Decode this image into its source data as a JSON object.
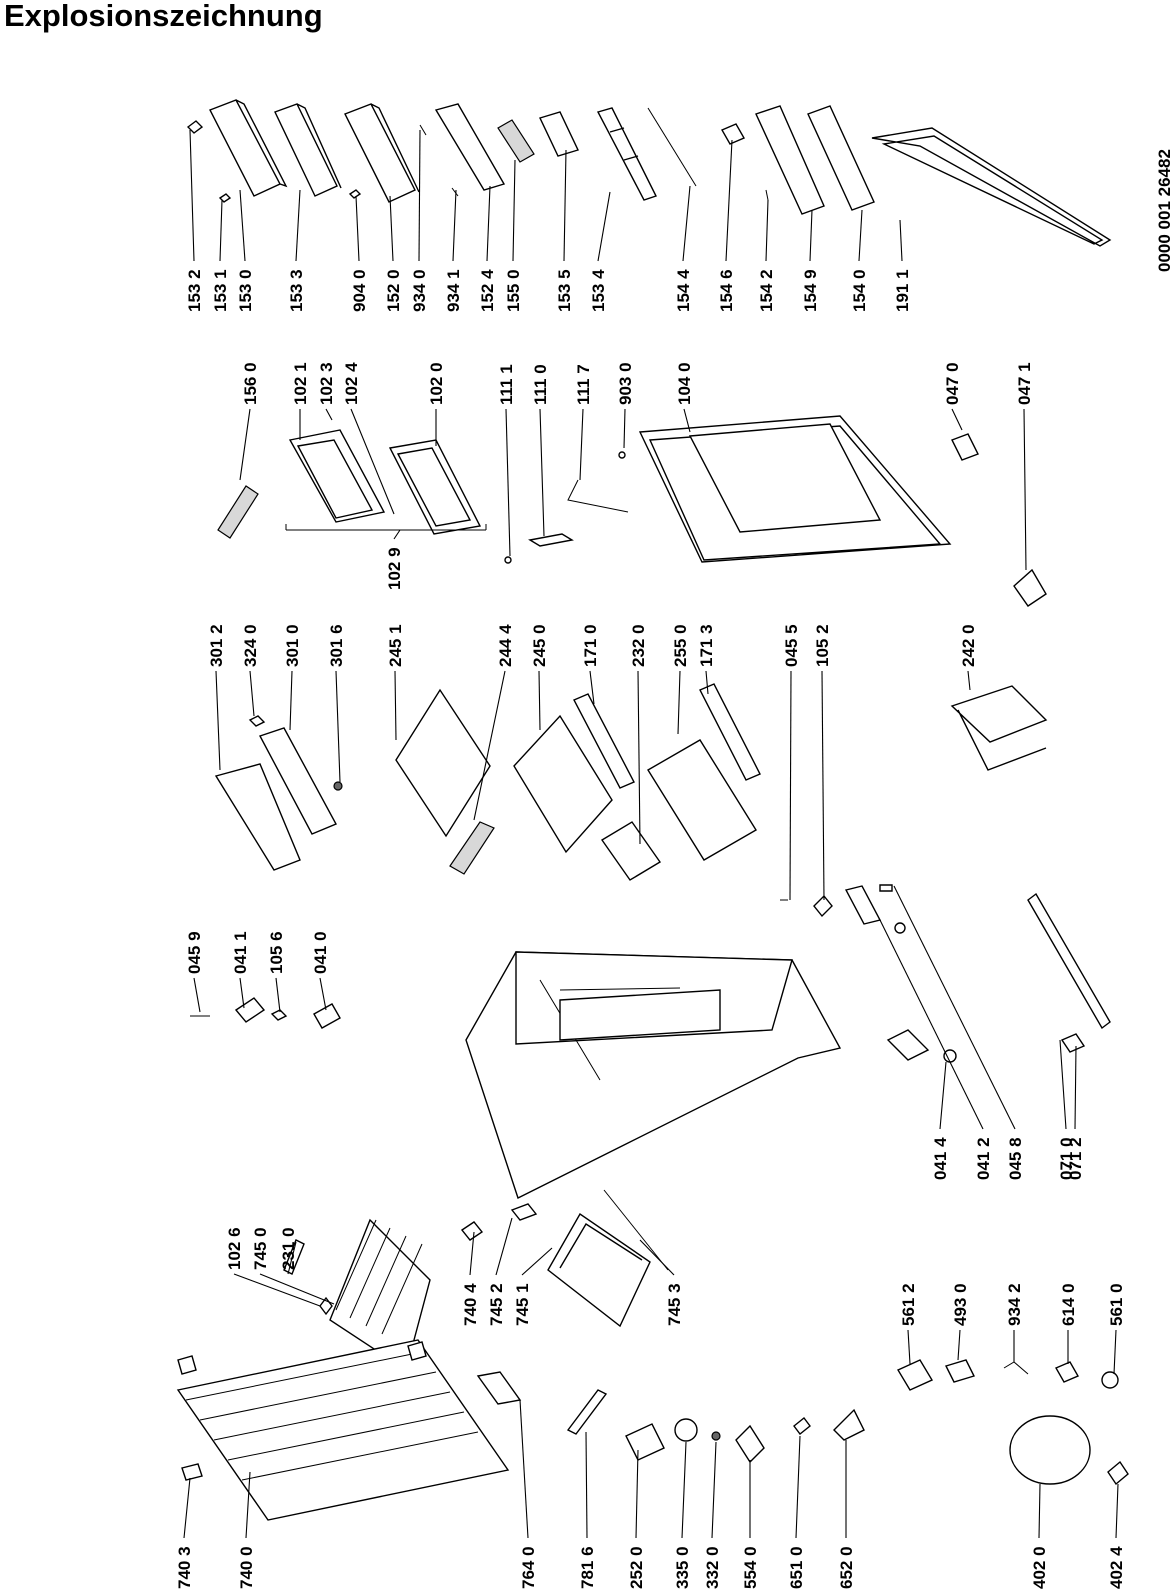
{
  "title": "Explosionszeichnung",
  "document_number": "0000 001 26482",
  "part_labels": {
    "p1532": "153 2",
    "p1531": "153 1",
    "p1530": "153 0",
    "p1533": "153 3",
    "p9040": "904 0",
    "p1520": "152 0",
    "p9340": "934 0",
    "p9341": "934 1",
    "p1524": "152 4",
    "p1550": "155 0",
    "p1535": "153 5",
    "p1534": "153 4",
    "p1544": "154 4",
    "p1546": "154 6",
    "p1542": "154 2",
    "p1549": "154 9",
    "p1540": "154 0",
    "p1911": "191 1",
    "p1560": "156 0",
    "p1021": "102 1",
    "p1023": "102 3",
    "p1024": "102 4",
    "p1020": "102 0",
    "p1111": "111 1",
    "p1110": "111 0",
    "p1117": "111 7",
    "p9030": "903 0",
    "p1040": "104 0",
    "p0470": "047 0",
    "p0471": "047 1",
    "p1029": "102 9",
    "p3012": "301 2",
    "p3240": "324 0",
    "p3010": "301 0",
    "p3016": "301 6",
    "p2451": "245 1",
    "p2444": "244 4",
    "p2450": "245 0",
    "p1710": "171 0",
    "p2320": "232 0",
    "p2550": "255 0",
    "p1713": "171 3",
    "p0455": "045 5",
    "p1052": "105 2",
    "p2420": "242 0",
    "p0459": "045 9",
    "p0411": "041 1",
    "p1056": "105 6",
    "p0410": "041 0",
    "p0414": "041 4",
    "p0412": "041 2",
    "p0458": "045 8",
    "p0710": "071 0",
    "p0712": "071 2",
    "p1026": "102 6",
    "p7450": "745 0",
    "p2310": "231 0",
    "p7404": "740 4",
    "p7452": "745 2",
    "p7451": "745 1",
    "p7453": "745 3",
    "p5612": "561 2",
    "p4930": "493 0",
    "p9342": "934 2",
    "p6140": "614 0",
    "p5610": "561 0",
    "p7403": "740 3",
    "p7400": "740 0",
    "p7640": "764 0",
    "p7816": "781 6",
    "p2520": "252 0",
    "p3350": "335 0",
    "p3320": "332 0",
    "p5540": "554 0",
    "p6510": "651 0",
    "p6520": "652 0",
    "p4020": "402 0",
    "p4024": "402 4"
  }
}
